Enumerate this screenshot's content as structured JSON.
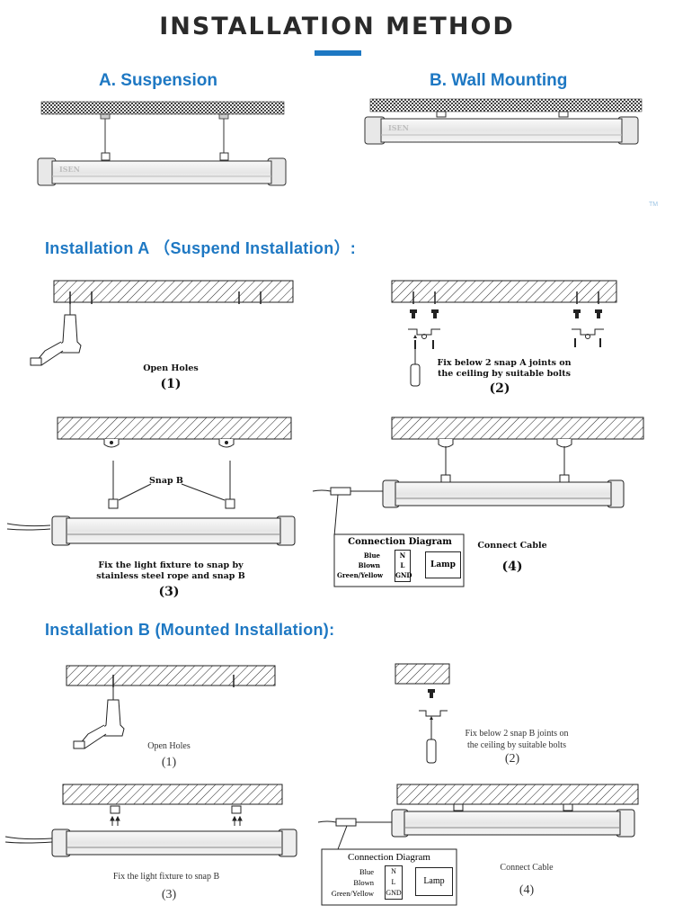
{
  "title": "INSTALLATION METHOD",
  "colors": {
    "accent": "#1e78c3",
    "title": "#2a2a2a"
  },
  "top_diagrams": {
    "a_label": "A. Suspension",
    "b_label": "B. Wall Mounting",
    "brand_a": "ISEN",
    "brand_b": "ISEN",
    "tm": "TM"
  },
  "install_a": {
    "heading": "Installation A （Suspend Installation）:",
    "step1": {
      "caption": "Open Holes",
      "num": "(1)"
    },
    "step2": {
      "caption_1": "Fix below 2 snap A joints on",
      "caption_2": "the ceiling by suitable bolts",
      "num": "(2)"
    },
    "step3": {
      "snap_label": "Snap B",
      "caption_1": "Fix the light fixture to snap by",
      "caption_2": "stainless steel rope and snap B",
      "num": "(3)"
    },
    "step4": {
      "caption": "Connect Cable",
      "num": "(4)"
    },
    "connection": {
      "title": "Connection Diagram",
      "wires": [
        "Blue",
        "Blown",
        "Green/Yellow"
      ],
      "terminals": [
        "N",
        "L",
        "GND"
      ],
      "lamp": "Lamp"
    }
  },
  "install_b": {
    "heading": "Installation B (Mounted Installation):",
    "step1": {
      "caption": "Open Holes",
      "num": "(1)"
    },
    "step2": {
      "caption_1": "Fix below 2 snap B joints on",
      "caption_2": "the ceiling by suitable bolts",
      "num": "(2)"
    },
    "step3": {
      "caption": "Fix the light fixture to snap B",
      "num": "(3)"
    },
    "step4": {
      "caption": "Connect Cable",
      "num": "(4)"
    },
    "connection": {
      "title": "Connection Diagram",
      "wires": [
        "Blue",
        "Blown",
        "Green/Yellow"
      ],
      "terminals": [
        "N",
        "L",
        "GND"
      ],
      "lamp": "Lamp"
    }
  }
}
